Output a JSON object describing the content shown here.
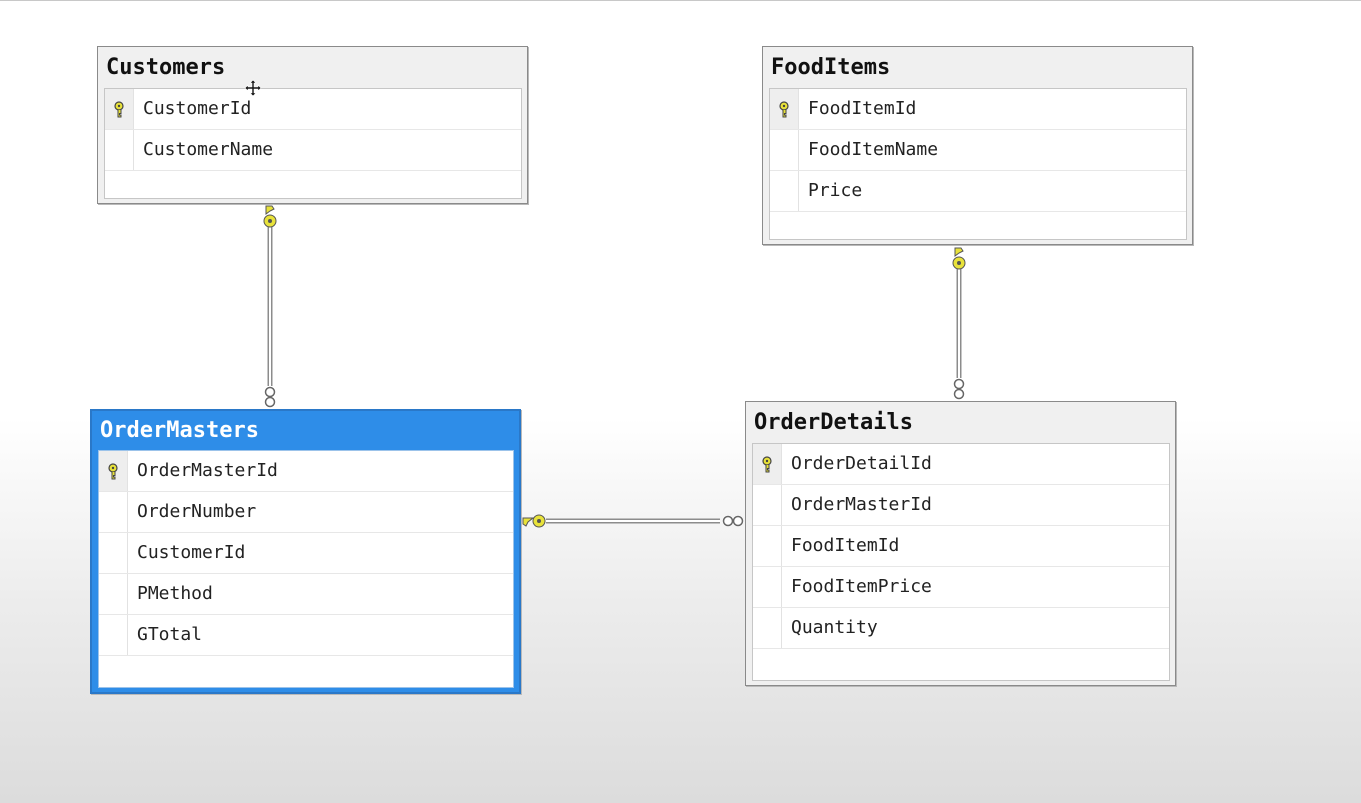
{
  "diagram": {
    "tables": [
      {
        "key": "customers",
        "name": "Customers",
        "selected": false,
        "columns": [
          {
            "name": "CustomerId",
            "primary_key": true
          },
          {
            "name": "CustomerName",
            "primary_key": false
          }
        ]
      },
      {
        "key": "fooditems",
        "name": "FoodItems",
        "selected": false,
        "columns": [
          {
            "name": "FoodItemId",
            "primary_key": true
          },
          {
            "name": "FoodItemName",
            "primary_key": false
          },
          {
            "name": "Price",
            "primary_key": false
          }
        ]
      },
      {
        "key": "ordermasters",
        "name": "OrderMasters",
        "selected": true,
        "columns": [
          {
            "name": "OrderMasterId",
            "primary_key": true
          },
          {
            "name": "OrderNumber",
            "primary_key": false
          },
          {
            "name": "CustomerId",
            "primary_key": false
          },
          {
            "name": "PMethod",
            "primary_key": false
          },
          {
            "name": "GTotal",
            "primary_key": false
          }
        ]
      },
      {
        "key": "orderdetails",
        "name": "OrderDetails",
        "selected": false,
        "columns": [
          {
            "name": "OrderDetailId",
            "primary_key": true
          },
          {
            "name": "OrderMasterId",
            "primary_key": false
          },
          {
            "name": "FoodItemId",
            "primary_key": false
          },
          {
            "name": "FoodItemPrice",
            "primary_key": false
          },
          {
            "name": "Quantity",
            "primary_key": false
          }
        ]
      }
    ],
    "relationships": [
      {
        "from": "customers",
        "to": "ordermasters",
        "one_end": "customers",
        "many_end": "ordermasters"
      },
      {
        "from": "fooditems",
        "to": "orderdetails",
        "one_end": "fooditems",
        "many_end": "orderdetails"
      },
      {
        "from": "ordermasters",
        "to": "orderdetails",
        "one_end": "ordermasters",
        "many_end": "orderdetails"
      }
    ],
    "colors": {
      "selection": "#2e8de8",
      "key_icon": "#e8e23a",
      "connector": "#9a9a9a"
    }
  }
}
